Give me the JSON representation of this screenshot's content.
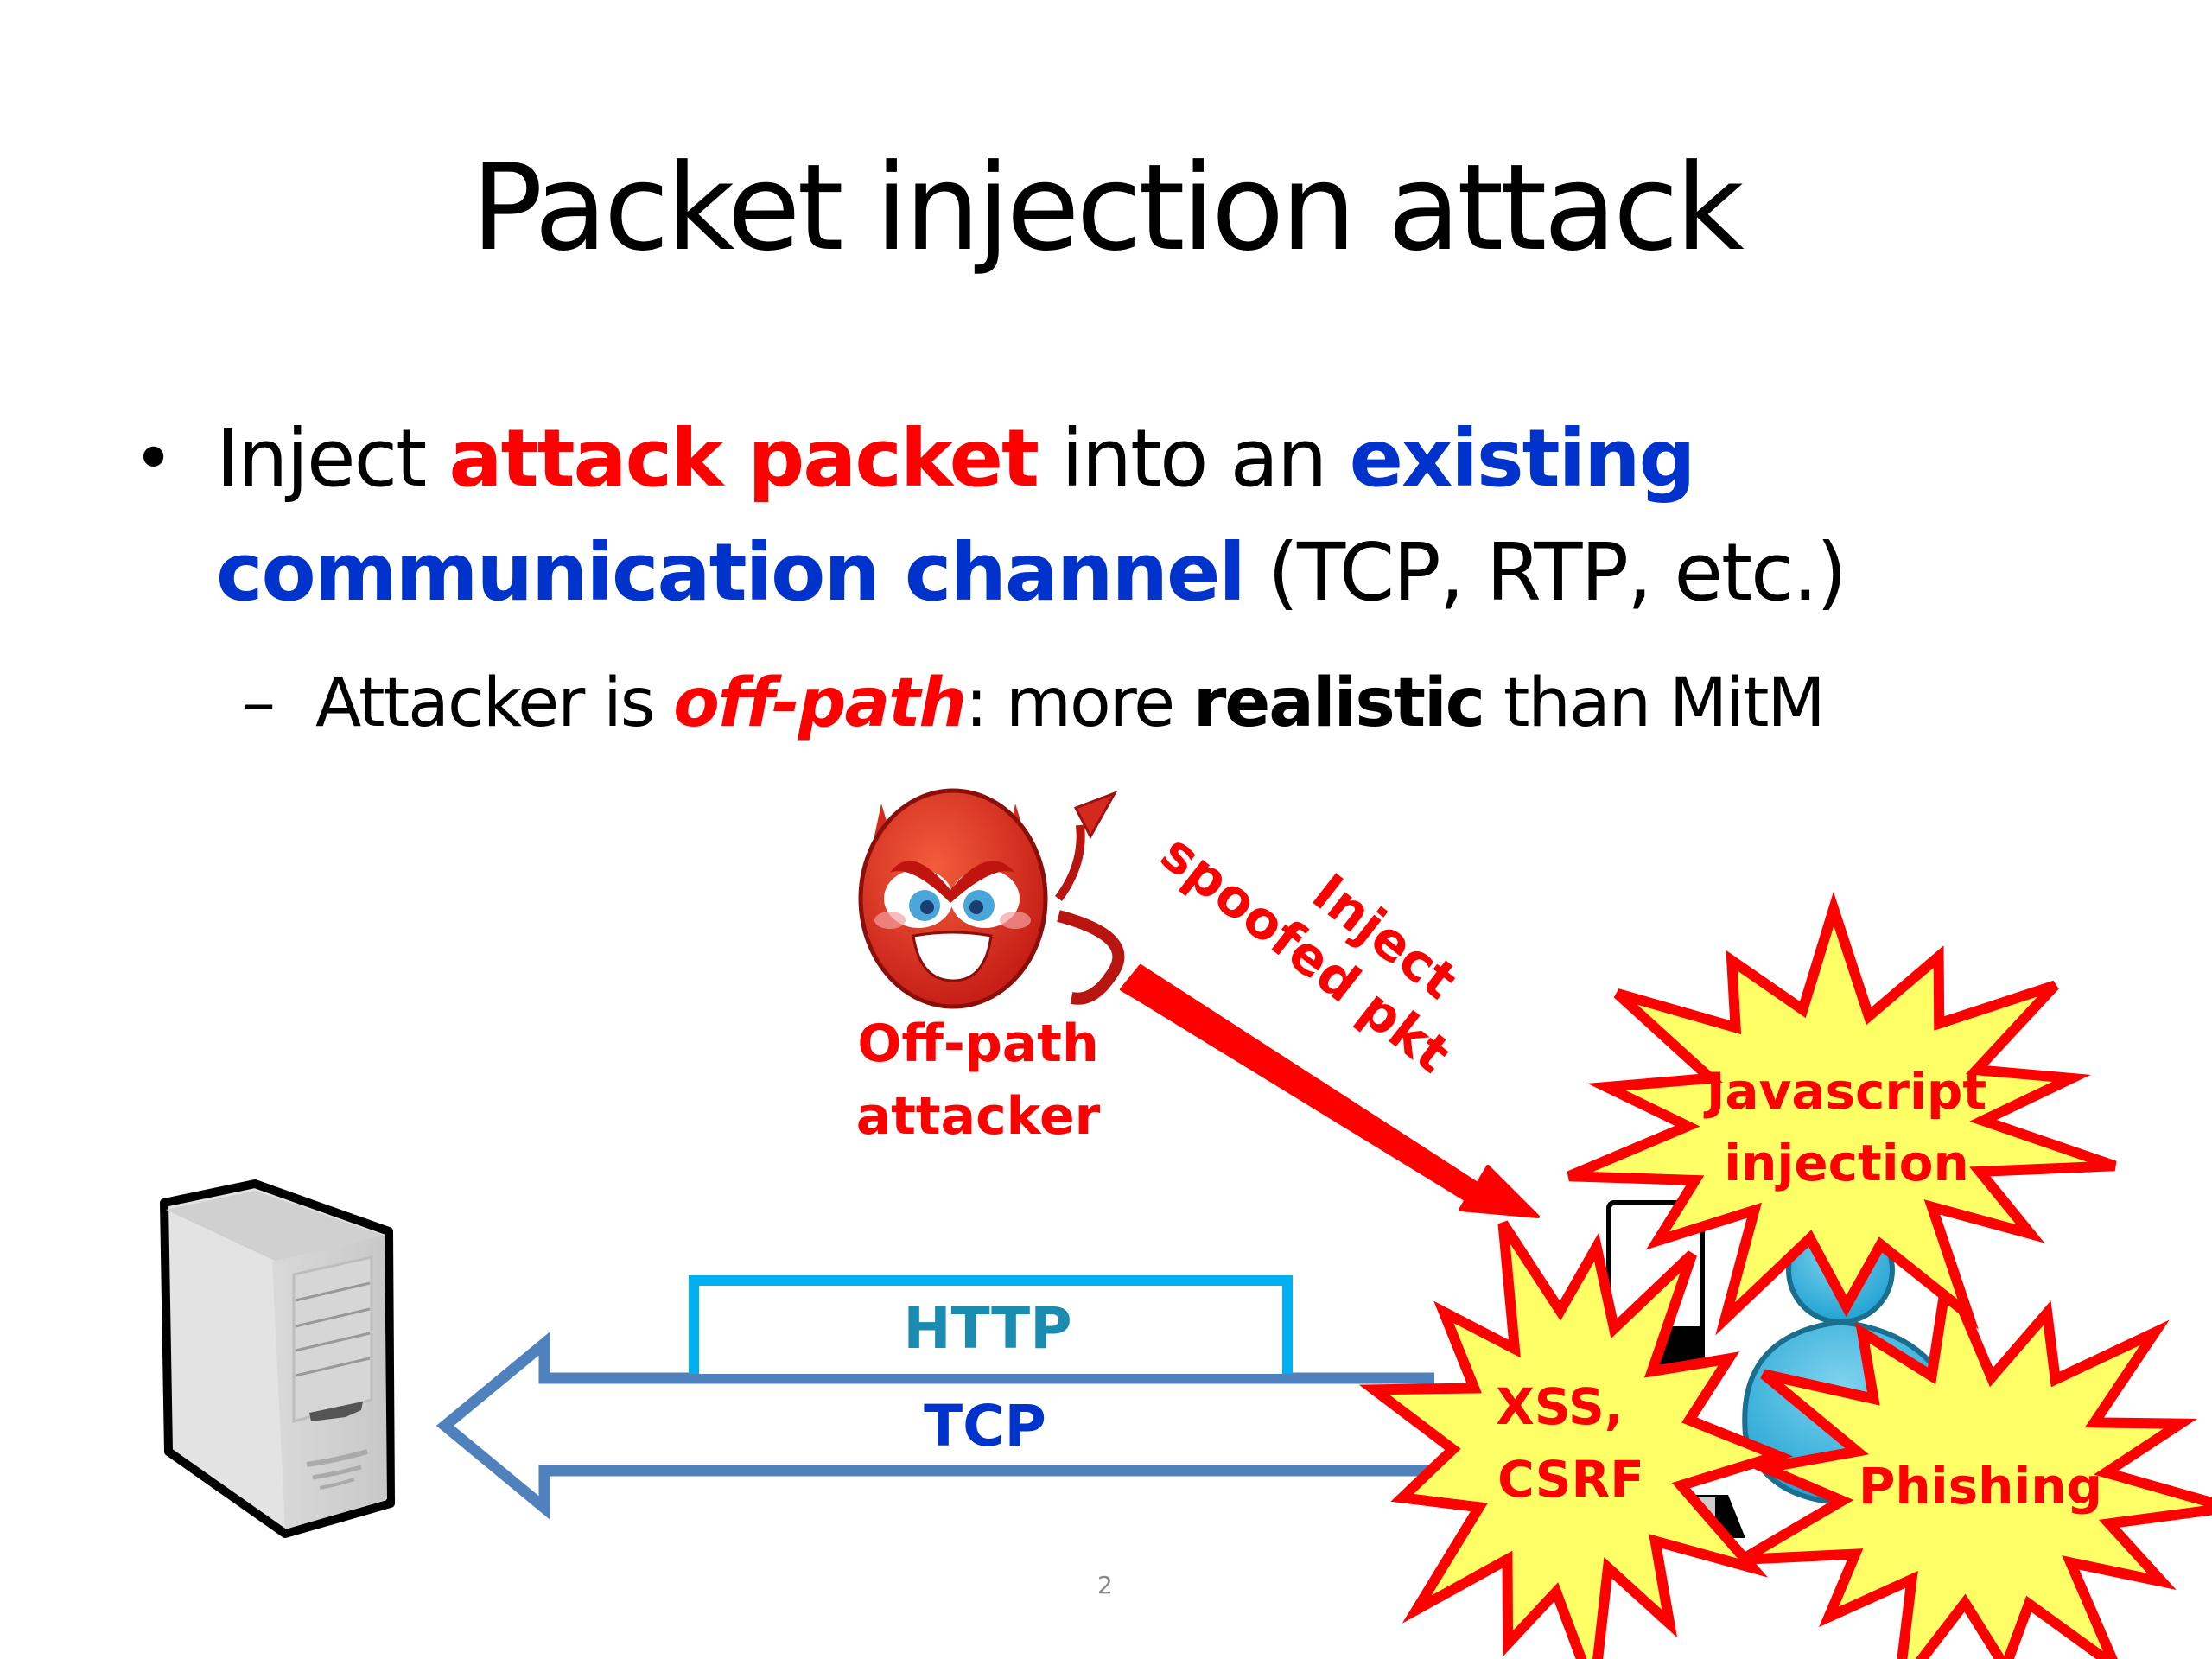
{
  "slide": {
    "title": "Packet injection attack",
    "bullet1": {
      "parts": [
        {
          "text": "Inject ",
          "style": "normal"
        },
        {
          "text": "attack packet",
          "style": "red-bold"
        },
        {
          "text": " into an ",
          "style": "normal"
        },
        {
          "text": "existing communication channel",
          "style": "blue-bold"
        },
        {
          "text": " (TCP, RTP, etc.)",
          "style": "normal"
        }
      ],
      "p0": "Inject ",
      "p1": "attack packet",
      "p2": " into an ",
      "p3": "existing",
      "p4": "communication channel",
      "p5": " (TCP, RTP, etc.)"
    },
    "bullet2": {
      "dash": "–",
      "p0": "Attacker is ",
      "p1": "off-path",
      "p2": ": more ",
      "p3": "realistic",
      "p4": " than MitM"
    },
    "bullet_marker": "•",
    "page_number": "2"
  },
  "diagram": {
    "attacker_label_line1": "Off-path",
    "attacker_label_line2": "attacker",
    "inject_label_line1": "Inject",
    "inject_label_line2": "spoofed pkt",
    "http_label": "HTTP",
    "tcp_label": "TCP",
    "bursts": [
      {
        "line1": "Javascript",
        "line2": "injection"
      },
      {
        "line1": "XSS,",
        "line2": "CSRF"
      },
      {
        "line1": "Phishing",
        "line2": ""
      }
    ],
    "icons": [
      "devil-attacker-icon",
      "server-icon",
      "phone-icon",
      "laptop-icon",
      "user-icon"
    ]
  },
  "colors": {
    "attack_red": "#ff0000",
    "channel_blue": "#0033cc",
    "http_cyan": "#00b0f0",
    "tcp_arrow_blue": "#4f81bd",
    "burst_yellow": "#ffff66",
    "http_text": "#1a8cb0"
  }
}
